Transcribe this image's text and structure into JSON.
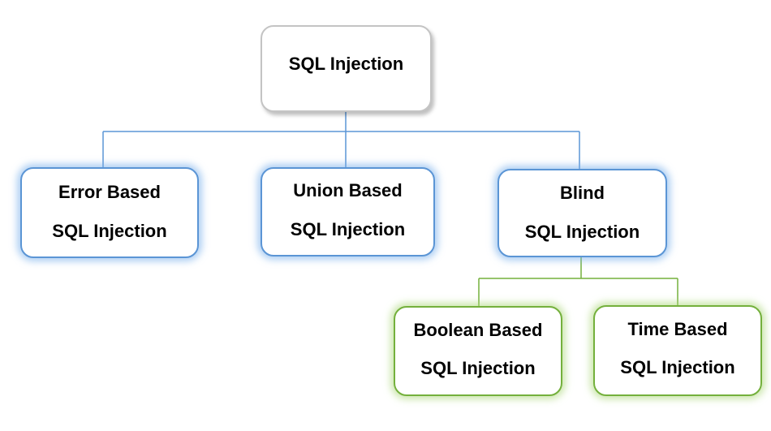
{
  "diagram": {
    "root": {
      "label": "SQL Injection"
    },
    "children": [
      {
        "line1": "Error Based",
        "line2": "SQL Injection"
      },
      {
        "line1": "Union Based",
        "line2": "SQL Injection"
      },
      {
        "line1": "Blind",
        "line2": "SQL Injection"
      }
    ],
    "blind_children": [
      {
        "line1": "Boolean Based",
        "line2": "SQL Injection"
      },
      {
        "line1": "Time Based",
        "line2": "SQL Injection"
      }
    ]
  },
  "colors": {
    "root_border": "#c4c4c4",
    "level1_border": "#5b95d5",
    "level1_connector": "#5b95d5",
    "level2_border": "#74b03c",
    "level2_connector": "#74b03c"
  }
}
